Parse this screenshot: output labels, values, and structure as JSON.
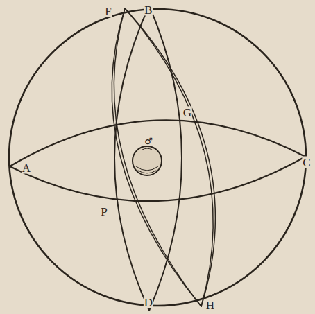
{
  "diagram": {
    "labels": [
      "F",
      "B",
      "G",
      "A",
      "C",
      "P",
      "D",
      "H",
      "♂"
    ]
  }
}
